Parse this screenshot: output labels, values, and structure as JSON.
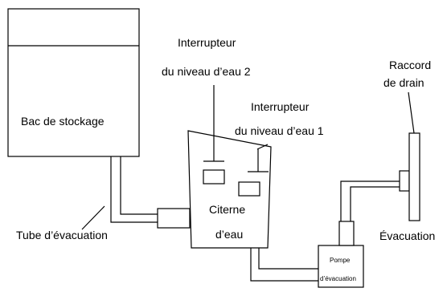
{
  "labels": {
    "storage_tank": "Bac de stockage",
    "switch_2_line1": "Interrupteur",
    "switch_2_line2": "du niveau d’eau 2",
    "switch_1_line1": "Interrupteur",
    "switch_1_line2": "du niveau d’eau 1",
    "cistern_line1": "Citerne",
    "cistern_line2": "d’eau",
    "drain_fitting_line1": "Raccord",
    "drain_fitting_line2": "de drain",
    "evacuation": "Évacuation",
    "evacuation_tube": "Tube d’évacuation",
    "pump_line1": "Pompe",
    "pump_line2": "d’évacuation"
  }
}
